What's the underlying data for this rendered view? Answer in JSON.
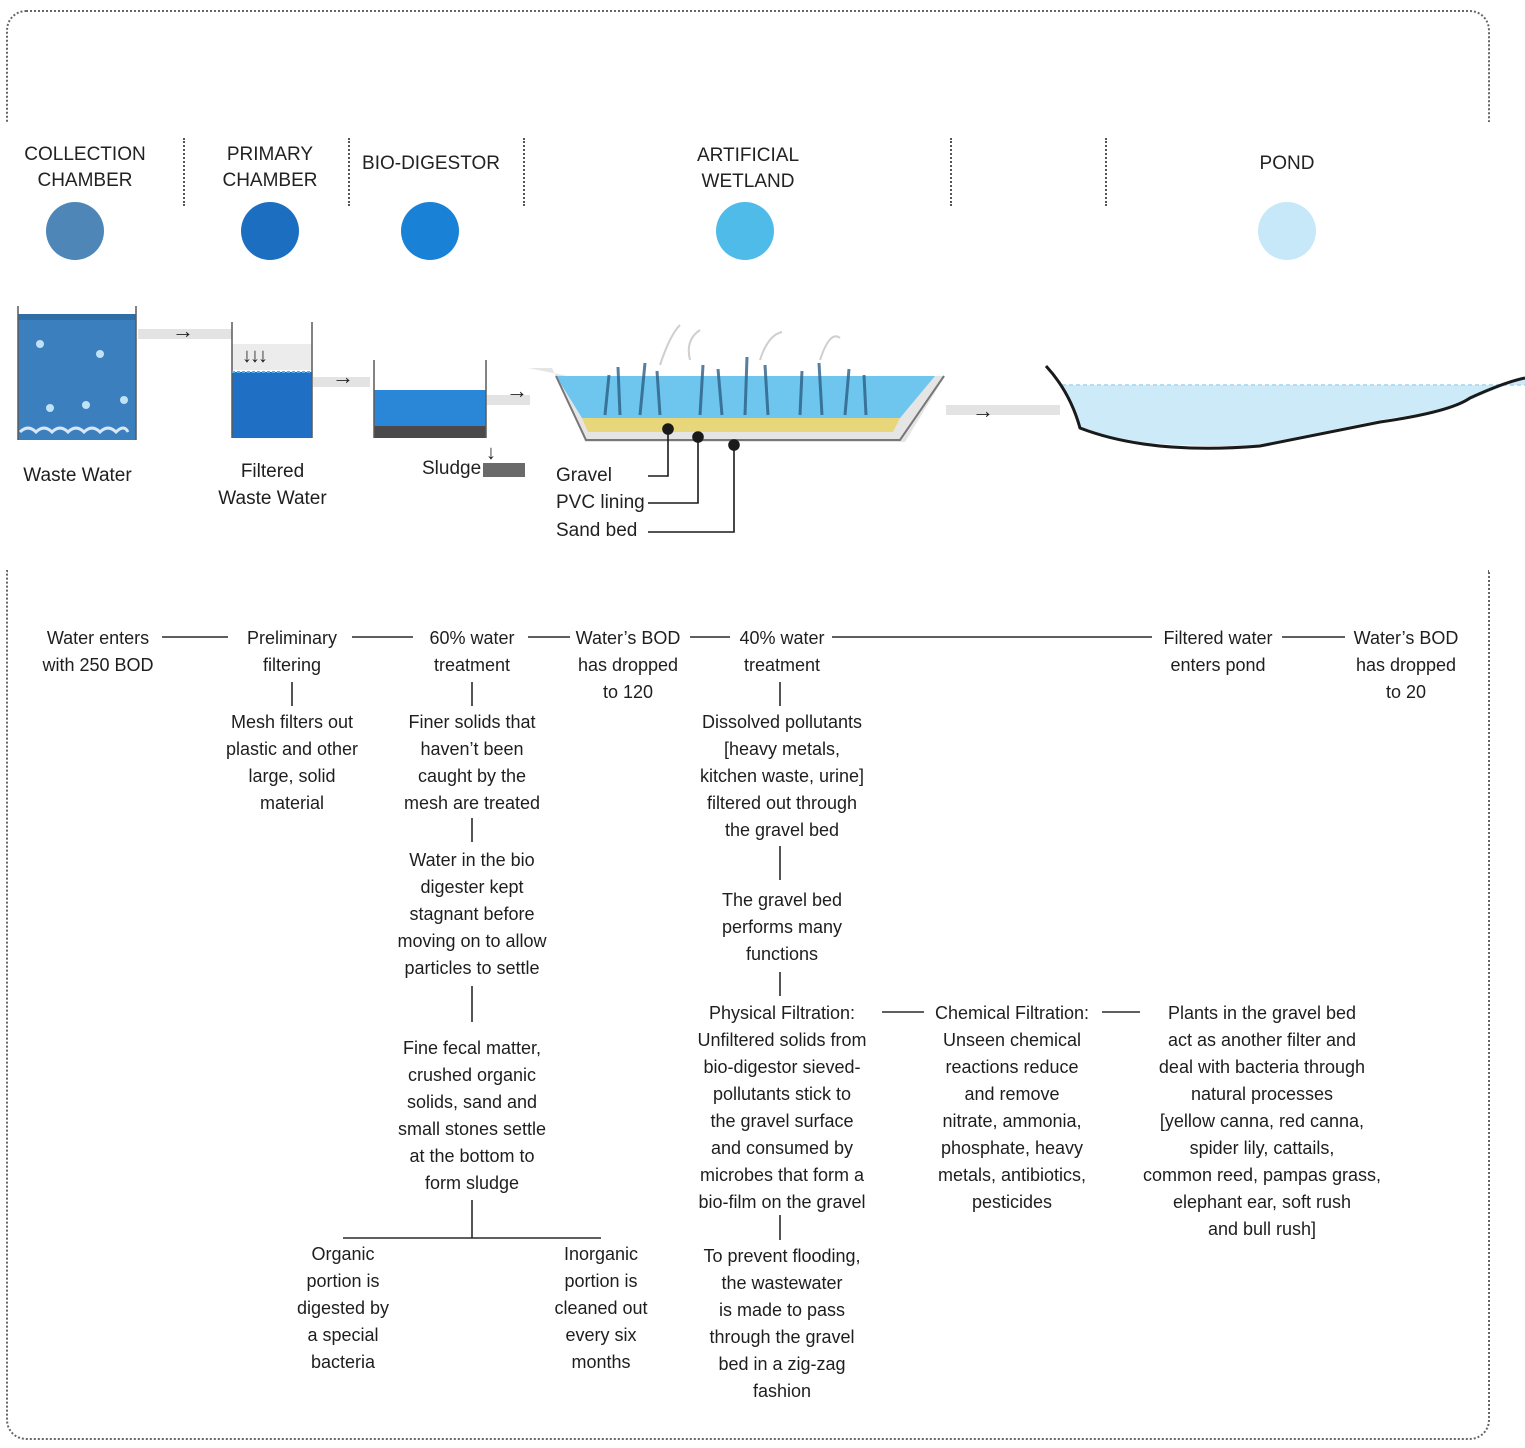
{
  "stages": [
    {
      "id": "collection",
      "label": "COLLECTION\nCHAMBER",
      "color": "#4f86b8"
    },
    {
      "id": "primary",
      "label": "PRIMARY\nCHAMBER",
      "color": "#1c6fc0"
    },
    {
      "id": "biodigestor",
      "label": "BIO-DIGESTOR",
      "color": "#1a82d6"
    },
    {
      "id": "wetland",
      "label": "ARTIFICIAL\nWETLAND",
      "color": "#4fbbe8"
    },
    {
      "id": "pond",
      "label": "POND",
      "color": "#c6e8f8"
    }
  ],
  "illustration_labels": {
    "waste_water": "Waste Water",
    "filtered_waste_water": "Filtered\nWaste Water",
    "sludge": "Sludge",
    "gravel": "Gravel",
    "pvc_lining": "PVC lining",
    "sand_bed": "Sand bed"
  },
  "flow": {
    "water_enters": "Water enters\nwith 250 BOD",
    "preliminary": "Preliminary\nfiltering",
    "mesh": "Mesh filters out\nplastic and other\nlarge, solid\nmaterial",
    "treatment_60": "60% water\ntreatment",
    "finer_solids": "Finer solids that\nhaven’t been\ncaught by the\nmesh are treated",
    "stagnant": "Water in the bio\ndigester kept\nstagnant before\nmoving on to allow\nparticles to settle",
    "fecal": "Fine fecal matter,\ncrushed organic\nsolids, sand and\nsmall stones settle\nat the bottom to\nform sludge",
    "organic": "Organic\nportion is\ndigested by\na special\nbacteria",
    "inorganic": "Inorganic\nportion is\ncleaned out\nevery six\nmonths",
    "bod_120": "Water’s BOD\nhas dropped\nto 120",
    "treatment_40": "40% water\ntreatment",
    "dissolved": "Dissolved pollutants\n[heavy metals,\nkitchen waste, urine]\nfiltered out through\nthe gravel bed",
    "gravel_functions": "The gravel bed\nperforms many\nfunctions",
    "physical": "Physical Filtration:\nUnfiltered solids from\nbio-digestor sieved-\npollutants stick to\nthe gravel surface\nand consumed by\nmicrobes that form a\nbio-film on the gravel",
    "flooding": "To prevent flooding,\nthe wastewater\nis made to pass\nthrough the gravel\nbed in a zig-zag\nfashion",
    "chemical": "Chemical Filtration:\nUnseen chemical\nreactions reduce\nand remove\nnitrate, ammonia,\nphosphate, heavy\nmetals, antibiotics,\npesticides",
    "plants": "Plants in the gravel bed\nact as another filter and\ndeal with bacteria through\nnatural processes\n[yellow canna, red canna,\nspider lily, cattails,\ncommon reed, pampas grass,\nelephant ear, soft rush\nand bull rush]",
    "enters_pond": "Filtered water\nenters pond",
    "bod_20": "Water’s BOD\nhas dropped\nto 20"
  },
  "arrow_glyph": "→",
  "down_arrows": "↓↓↓",
  "down_arrow": "↓",
  "colors": {
    "tank_water": "#3b7fbf",
    "primary_water": "#1f6fc4",
    "biodigestor_water": "#2a86d6",
    "wetland_water": "#6ec6ef",
    "pond_water": "#cdeaf8",
    "dotted_lines": "#666666"
  }
}
